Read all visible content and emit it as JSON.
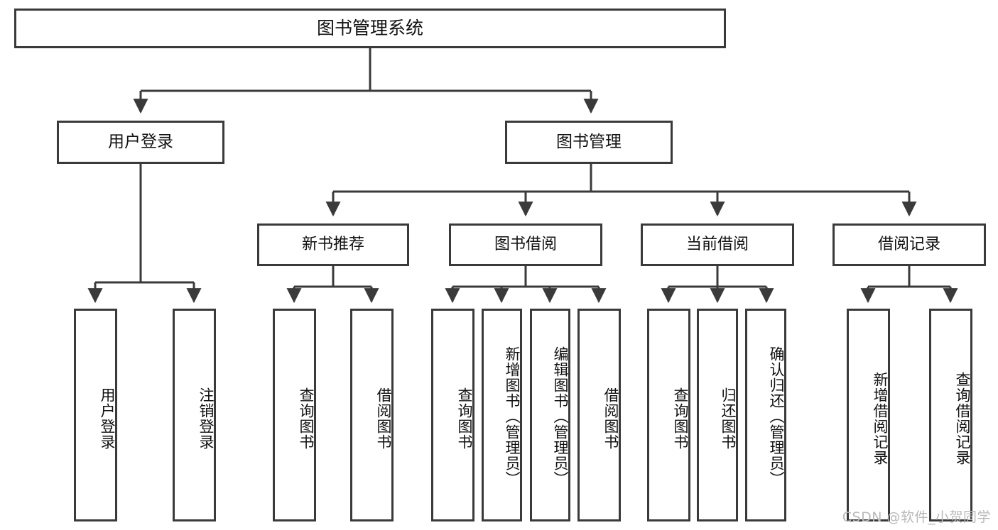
{
  "diagram": {
    "type": "tree",
    "title": "图书管理系统",
    "watermark": "CSDN @软件_小贺同学",
    "colors": {
      "stroke": "#3a3a3a",
      "fill": "#ffffff",
      "text": "#111111",
      "watermark": "#b9b9b9"
    },
    "nodes": {
      "root": {
        "label": "图书管理系统"
      },
      "user_login": {
        "label": "用户登录"
      },
      "book_manage": {
        "label": "图书管理"
      },
      "new_book_rec": {
        "label": "新书推荐"
      },
      "book_borrow": {
        "label": "图书借阅"
      },
      "current_borrow": {
        "label": "当前借阅"
      },
      "borrow_record": {
        "label": "借阅记录"
      },
      "leaf_user_login": {
        "label": "用户登录"
      },
      "leaf_logout": {
        "label": "注销登录"
      },
      "leaf_query_book_1": {
        "label": "查询图书"
      },
      "leaf_borrow_book_1": {
        "label": "借阅图书"
      },
      "leaf_query_book_2": {
        "label": "查询图书"
      },
      "leaf_add_book": {
        "label": "新增图书（管理员）"
      },
      "leaf_edit_book": {
        "label": "编辑图书（管理员）"
      },
      "leaf_borrow_book_2": {
        "label": "借阅图书"
      },
      "leaf_query_book_3": {
        "label": "查询图书"
      },
      "leaf_return_book": {
        "label": "归还图书"
      },
      "leaf_confirm_return": {
        "label": "确认归还（管理员）"
      },
      "leaf_add_record": {
        "label": "新增借阅记录"
      },
      "leaf_query_record": {
        "label": "查询借阅记录"
      }
    },
    "edges": [
      {
        "from": "root",
        "to": "user_login"
      },
      {
        "from": "root",
        "to": "book_manage"
      },
      {
        "from": "user_login",
        "to": "leaf_user_login"
      },
      {
        "from": "user_login",
        "to": "leaf_logout"
      },
      {
        "from": "book_manage",
        "to": "new_book_rec"
      },
      {
        "from": "book_manage",
        "to": "book_borrow"
      },
      {
        "from": "book_manage",
        "to": "current_borrow"
      },
      {
        "from": "book_manage",
        "to": "borrow_record"
      },
      {
        "from": "new_book_rec",
        "to": "leaf_query_book_1"
      },
      {
        "from": "new_book_rec",
        "to": "leaf_borrow_book_1"
      },
      {
        "from": "book_borrow",
        "to": "leaf_query_book_2"
      },
      {
        "from": "book_borrow",
        "to": "leaf_add_book"
      },
      {
        "from": "book_borrow",
        "to": "leaf_edit_book"
      },
      {
        "from": "book_borrow",
        "to": "leaf_borrow_book_2"
      },
      {
        "from": "current_borrow",
        "to": "leaf_query_book_3"
      },
      {
        "from": "current_borrow",
        "to": "leaf_return_book"
      },
      {
        "from": "current_borrow",
        "to": "leaf_confirm_return"
      },
      {
        "from": "borrow_record",
        "to": "leaf_add_record"
      },
      {
        "from": "borrow_record",
        "to": "leaf_query_record"
      }
    ]
  }
}
